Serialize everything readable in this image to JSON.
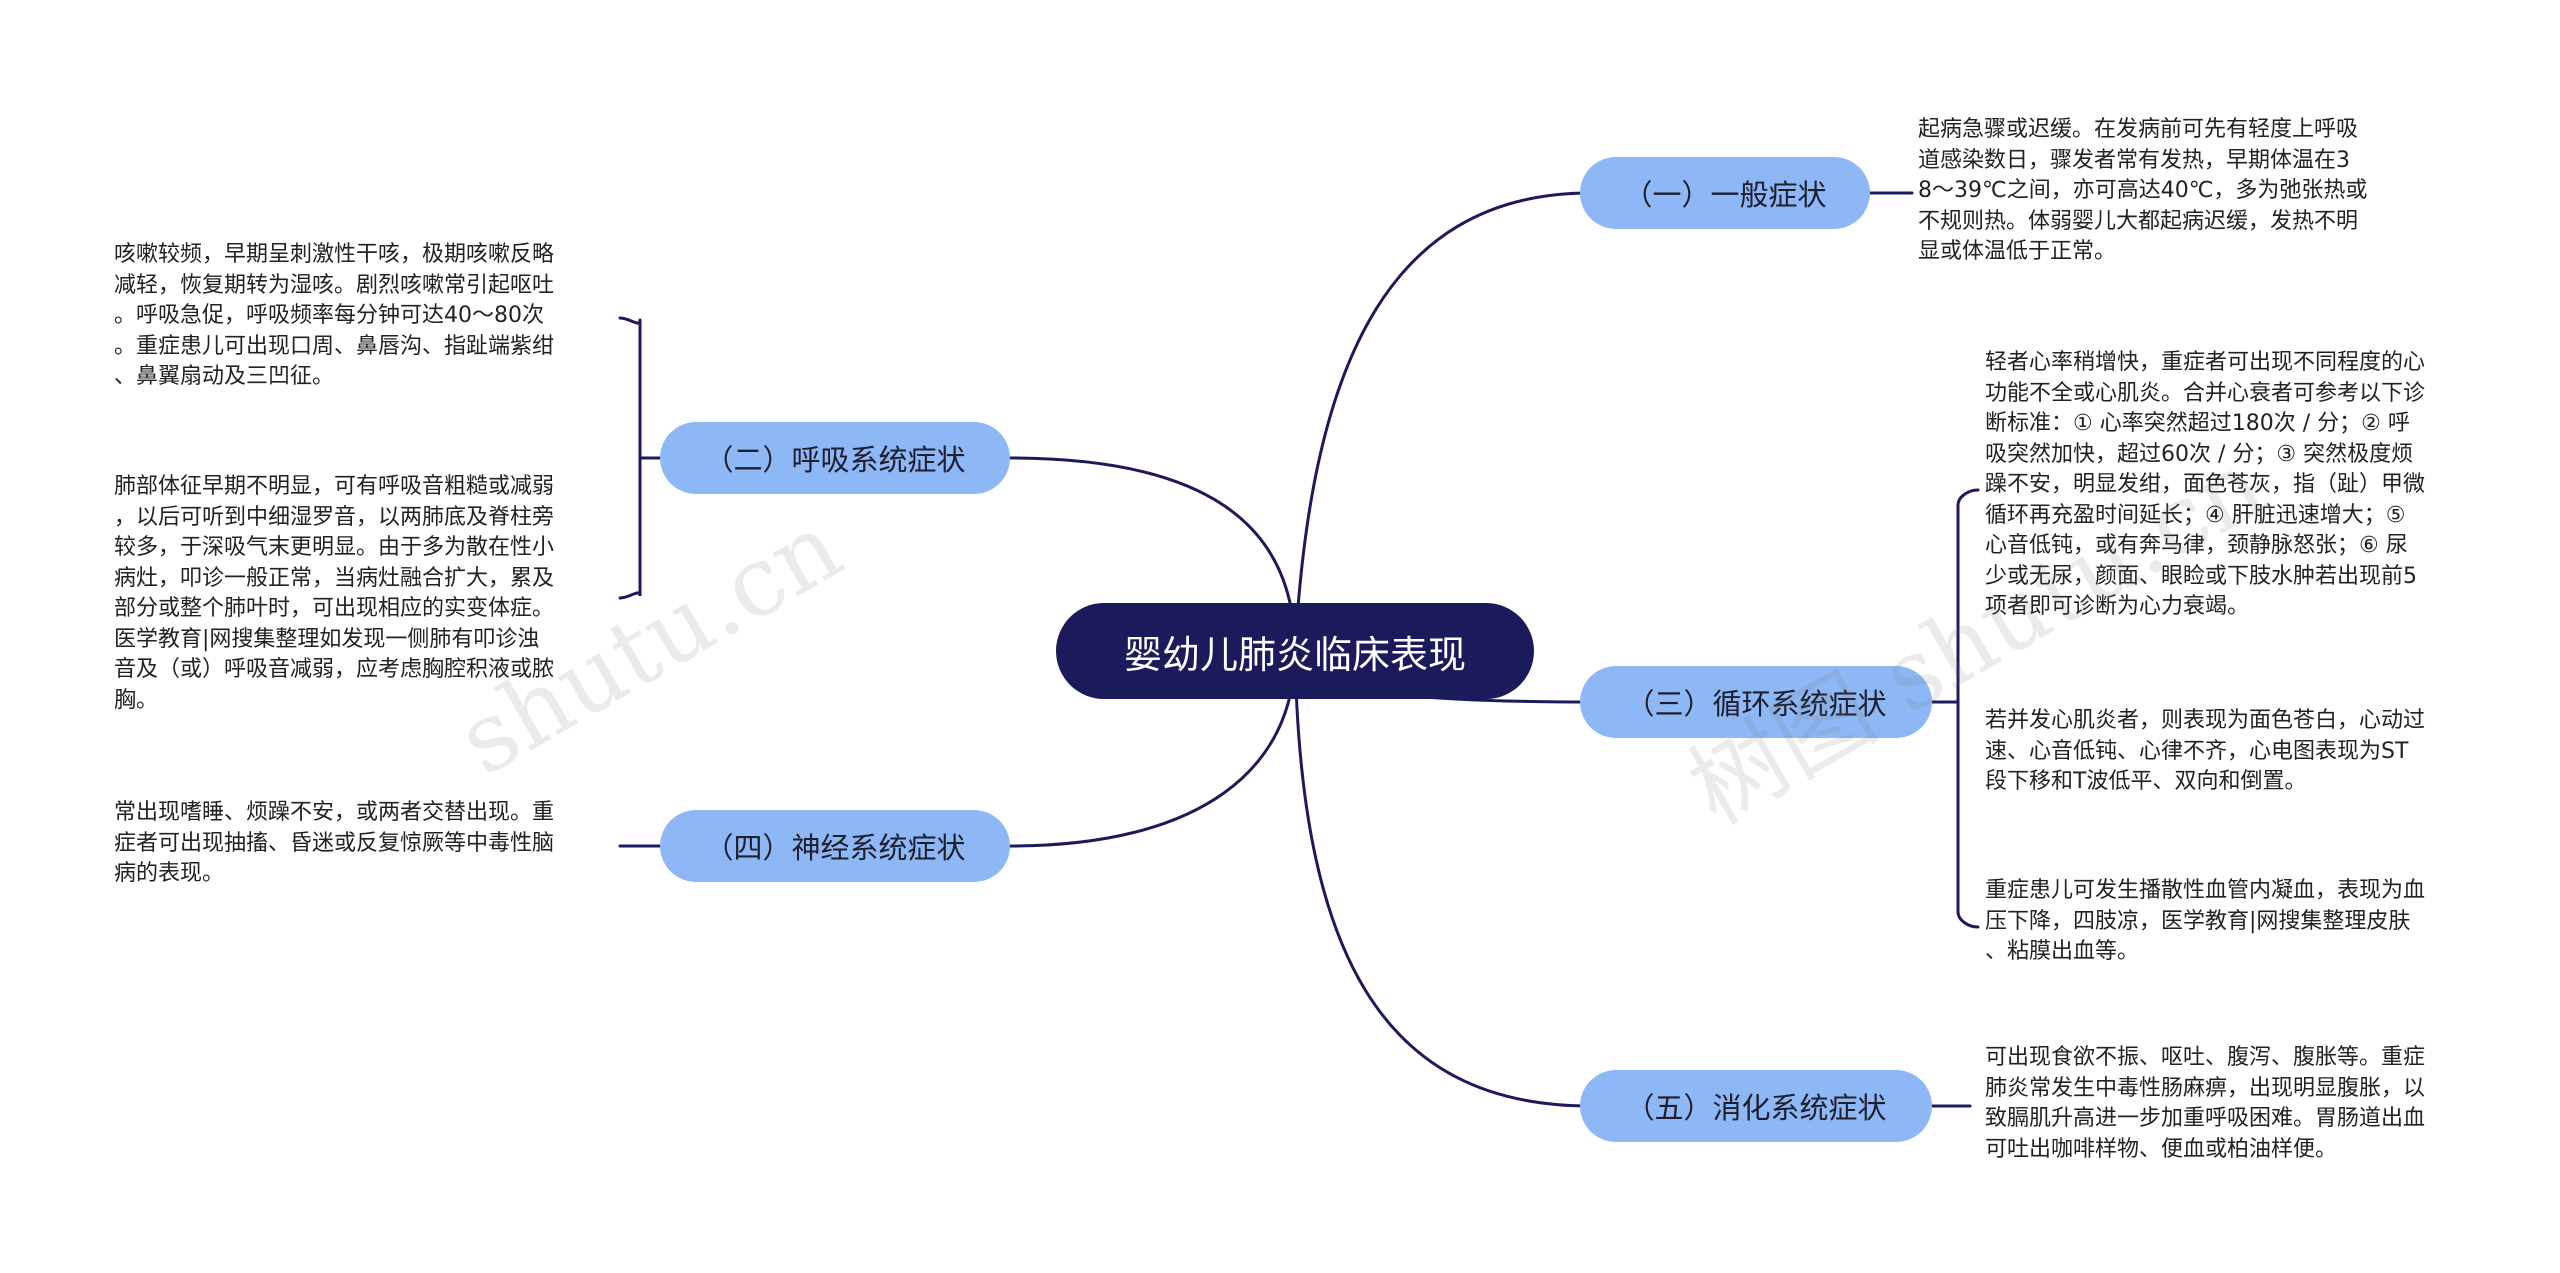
{
  "root": {
    "label": "婴幼儿肺炎临床表现"
  },
  "branches": {
    "general": {
      "label": "（一）一般症状"
    },
    "respiratory": {
      "label": "（二）呼吸系统症状"
    },
    "circulatory": {
      "label": "（三）循环系统症状"
    },
    "nervous": {
      "label": "（四）神经系统症状"
    },
    "digestive": {
      "label": "（五）消化系统症状"
    }
  },
  "leaves": {
    "general_1": "起病急骤或迟缓。在发病前可先有轻度上呼吸\n道感染数日，骤发者常有发热，早期体温在3\n8～39℃之间，亦可高达40℃，多为弛张热或\n不规则热。体弱婴儿大都起病迟缓，发热不明\n显或体温低于正常。",
    "respiratory_1": "咳嗽较频，早期呈刺激性干咳，极期咳嗽反略\n减轻，恢复期转为湿咳。剧烈咳嗽常引起呕吐\n。呼吸急促，呼吸频率每分钟可达40～80次\n。重症患儿可出现口周、鼻唇沟、指趾端紫绀\n、鼻翼扇动及三凹征。",
    "respiratory_2": "肺部体征早期不明显，可有呼吸音粗糙或减弱\n，以后可听到中细湿罗音，以两肺底及脊柱旁\n较多，于深吸气末更明显。由于多为散在性小\n病灶，叩诊一般正常，当病灶融合扩大，累及\n部分或整个肺叶时，可出现相应的实变体症。\n医学教育|网搜集整理如发现一侧肺有叩诊浊\n音及（或）呼吸音减弱，应考虑胸腔积液或脓\n胸。",
    "circulatory_1": "轻者心率稍增快，重症者可出现不同程度的心\n功能不全或心肌炎。合并心衰者可参考以下诊\n断标准：① 心率突然超过180次 / 分；② 呼\n吸突然加快，超过60次 / 分；③ 突然极度烦\n躁不安，明显发绀，面色苍灰，指（趾）甲微\n循环再充盈时间延长；④ 肝脏迅速增大；⑤\n心音低钝，或有奔马律，颈静脉怒张；⑥ 尿\n少或无尿，颜面、眼睑或下肢水肿若出现前5\n项者即可诊断为心力衰竭。",
    "circulatory_2": "若并发心肌炎者，则表现为面色苍白，心动过\n速、心音低钝、心律不齐，心电图表现为ST\n段下移和T波低平、双向和倒置。",
    "circulatory_3": "重症患儿可发生播散性血管内凝血，表现为血\n压下降，四肢凉，医学教育|网搜集整理皮肤\n、粘膜出血等。",
    "nervous_1": "常出现嗜睡、烦躁不安，或两者交替出现。重\n症者可出现抽搐、昏迷或反复惊厥等中毒性脑\n病的表现。",
    "digestive_1": "可出现食欲不振、呕吐、腹泻、腹胀等。重症\n肺炎常发生中毒性肠麻痹，出现明显腹胀，以\n致膈肌升高进一步加重呼吸困难。胃肠道出血\n可吐出咖啡样物、便血或柏油样便。"
  },
  "watermarks": {
    "left": "shutu.cn",
    "right": "树图 shutu.cn"
  },
  "colors": {
    "root_fill": "#1b1b5c",
    "branch_fill": "#8eb8f5",
    "edge": "#1b1b5c",
    "background": "#ffffff"
  }
}
